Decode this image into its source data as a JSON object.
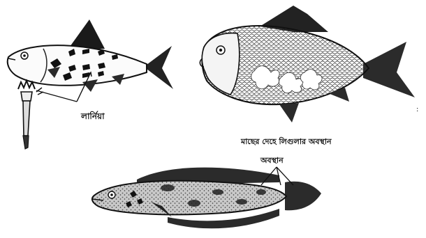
{
  "labels": {
    "lernaea": "লার্নিয়া",
    "parasite_position_on_fish": "মাছের দেহে লিগুলার অবস্থান",
    "position": "অবস্থান"
  }
}
